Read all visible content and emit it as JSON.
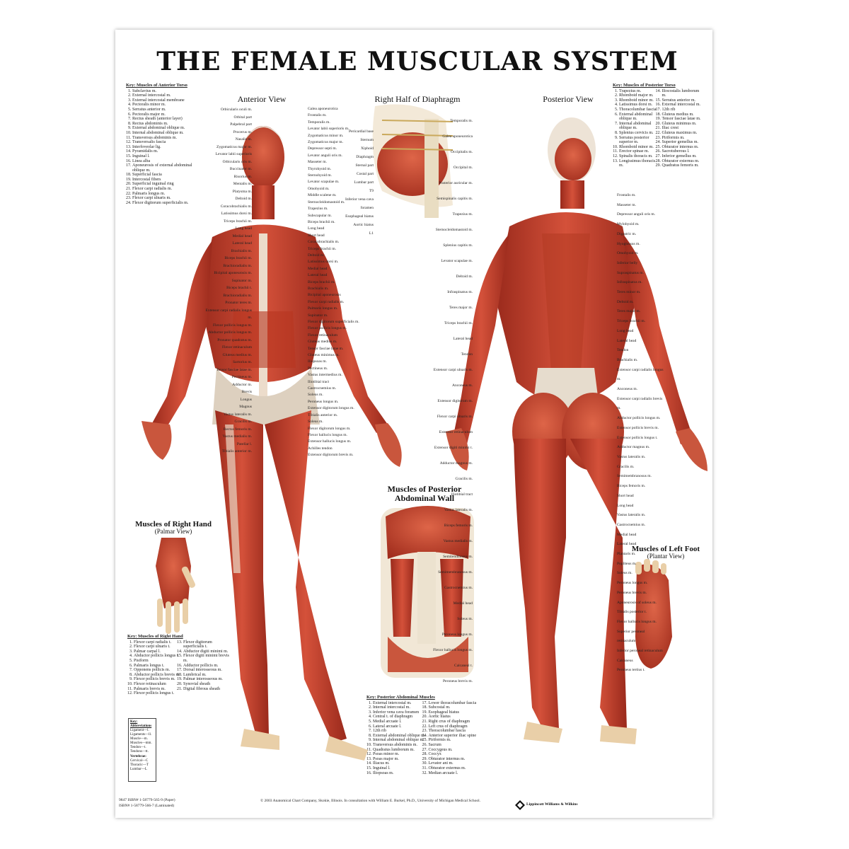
{
  "title": "THE FEMALE MUSCULAR SYSTEM",
  "labels": {
    "anterior": "Anterior View",
    "diaphragm": "Right Half of Diaphragm",
    "posterior": "Posterior View",
    "abdominal_l1": "Muscles of Posterior",
    "abdominal_l2": "Abdominal Wall",
    "hand": "Muscles of Right Hand",
    "hand_sub": "(Palmar View)",
    "foot": "Muscles of Left Foot",
    "foot_sub": "(Plantar View)"
  },
  "keys": {
    "anterior_torso": {
      "title": "Key: Muscles of Anterior Torso",
      "items": [
        "Subclavius m.",
        "External intercostal m.",
        "External intercostal membrane",
        "Pectoralis minor m.",
        "Serratus anterior m.",
        "Pectoralis major m.",
        "Rectus sheath (anterior layer)",
        "Rectus abdominis m.",
        "External abdominal oblique m.",
        "Internal abdominal oblique m.",
        "Transversus abdominis m.",
        "Transversalis fascia",
        "Interfoveolar lig.",
        "Pyramidalis m.",
        "Inguinal l.",
        "Linea alba",
        "Aponeurosis of external abdominal oblique m.",
        "Superficial fascia",
        "Intercostal fibers",
        "Superficial inguinal ring",
        "Flexor carpi radialis m.",
        "Palmaris longus m.",
        "Flexor carpi ulnaris m.",
        "Flexor digitorum superficialis m."
      ]
    },
    "posterior_torso": {
      "title": "Key: Muscles of Posterior Torso",
      "items": [
        "Trapezius m.",
        "Rhomboid major m.",
        "Rhomboid minor m.",
        "Latissimus dorsi m.",
        "Thoracolumbar fascia",
        "External abdominal oblique m.",
        "Internal abdominal oblique m.",
        "Splenius cervicis m.",
        "Serratus posterior superior m.",
        "Rhomboid minor m.",
        "Erector spinae m.",
        "Spinalis thoracis m.",
        "Longissimus thoracis m.",
        "Iliocostalis lumborum m.",
        "Serratus anterior m.",
        "External intercostal m.",
        "12th rib",
        "Gluteus medius m.",
        "Tensor fasciae latae m.",
        "Gluteus minimus m.",
        "Iliac crest",
        "Gluteus maximus m.",
        "Piriformis m.",
        "Superior gemellus m.",
        "Obturator internus m.",
        "Sacrotuberous l.",
        "Inferior gemellus m.",
        "Obturator externus m.",
        "Quadratus femoris m."
      ]
    },
    "right_hand": {
      "title": "Key: Muscles of Right Hand",
      "items": [
        "Flexor carpi radialis t.",
        "Flexor carpi ulnaris t.",
        "Palmar carpal l.",
        "Abductor pollicis longus t.",
        "Pisiform",
        "Palmaris longus t.",
        "Opponens pollicis m.",
        "Abductor pollicis brevis m.",
        "Flexor pollicis brevis m.",
        "Flexor retinaculum",
        "Palmaris brevis m.",
        "Flexor pollicis longus t.",
        "Flexor digitorum superficialis t.",
        "Abductor digiti minimi m.",
        "Flexor digiti minimi brevis m.",
        "Adductor pollicis m.",
        "Dorsal interosseous m.",
        "Lumbrical m.",
        "Palmar interosseous m.",
        "Synovial sheath",
        "Digital fibrous sheath"
      ]
    },
    "abdominal": {
      "title": "Key: Posterior Abdominal Muscles",
      "items": [
        "External intercostal m.",
        "Internal intercostal m.",
        "Inferior vena cava foramen",
        "Central t. of diaphragm",
        "Medial arcuate l.",
        "Lateral arcuate l.",
        "12th rib",
        "External abdominal oblique m.",
        "Internal abdominal oblique m.",
        "Transversus abdominis m.",
        "Quadratus lumborum m.",
        "Psoas minor m.",
        "Psoas major m.",
        "Iliacus m.",
        "Inguinal l.",
        "Iliopsoas m.",
        "Lower thoracolumbar fascia",
        "Subcostal m.",
        "Esophageal hiatus",
        "Aortic hiatus",
        "Right crus of diaphragm",
        "Left crus of diaphragm",
        "Thoracolumbar fascia",
        "Anterior superior iliac spine",
        "Piriformis m.",
        "Sacrum",
        "Coccygeus m.",
        "Coccyx",
        "Obturator internus m.",
        "Levator ani m.",
        "Obturator externus m.",
        "Median arcuate l."
      ]
    }
  },
  "abbreviations": {
    "title": "Key: Abbreviations",
    "items": [
      "Ligament—l.",
      "Ligaments—ll.",
      "Muscle—m.",
      "Muscles—mm.",
      "Tendon—t.",
      "Tendons—tt."
    ],
    "vert_title": "Vertebrae:",
    "vert": [
      "Cervical—C",
      "Thoracic—T",
      "Lumbar—L"
    ]
  },
  "callouts": {
    "anterior_left": [
      "Orbicularis oculi m.",
      "Orbital part",
      "Palpebral part",
      "Procerus m.",
      "Nasalis m.",
      "Zygomaticus major m.",
      "Levator labii superioris",
      "Orbicularis oris m.",
      "Buccinator m.",
      "Risorius m.",
      "Mentalis m.",
      "Platysma m.",
      "Deltoid m.",
      "Coracobrachialis m.",
      "Latissimus dorsi m.",
      "Triceps brachii m.",
      "Long head",
      "Medial head",
      "Lateral head",
      "Brachialis m.",
      "Biceps brachii m.",
      "Brachioradialis m.",
      "Bicipital aponeurosis m.",
      "Supinator m.",
      "Biceps brachii t.",
      "Brachioradialis m.",
      "Pronator teres m.",
      "Extensor carpi radialis longus m.",
      "Flexor pollicis longus m.",
      "Abductor pollicis longus m.",
      "Pronator quadratus m.",
      "Flexor retinaculum",
      "Gluteus medius m.",
      "Sartorius m.",
      "Tensor fasciae latae m.",
      "Pectineus m.",
      "Adductor m.",
      "Brevis",
      "Longus",
      "Magnus",
      "Vastus lateralis m.",
      "Gracilis m.",
      "Rectus femoris m.",
      "Vastus medialis m.",
      "Patellar l.",
      "Tibialis anterior m."
    ],
    "anterior_right": [
      "Galea aponeurotica",
      "Frontalis m.",
      "Temporalis m.",
      "Levator labii superioris m.",
      "Zygomaticus minor m.",
      "Zygomaticus major m.",
      "Depressor septi m.",
      "Levator anguli oris m.",
      "Masseter m.",
      "Thyrohyoid m.",
      "Sternohyoid m.",
      "Levator scapulae m.",
      "Omohyoid m.",
      "Middle scalene m.",
      "Sternocleidomastoid m.",
      "Trapezius m.",
      "Subscapular m.",
      "Biceps brachii m.",
      "Long head",
      "Short head",
      "Coracobrachialis m.",
      "Triceps brachii m.",
      "Deltoid m.",
      "Latissimus dorsi m.",
      "Medial head",
      "Lateral head",
      "Biceps brachii m.",
      "Brachialis m.",
      "Bicipital aponeurosis",
      "Flexor carpi radialis m.",
      "Palmaris longus m.",
      "Supinator m.",
      "Flexor digitorum superficialis m.",
      "Flexor pollicis longus m.",
      "Flexor retinaculum",
      "Gluteus medius m.",
      "Tensor fasciae latae m.",
      "Gluteus minimus m.",
      "Iliopsoas m.",
      "Pectineus m.",
      "Vastus intermedius m.",
      "Iliotibial tract",
      "Gastrocnemius m.",
      "Soleus m.",
      "Peroneus longus m.",
      "Extensor digitorum longus m.",
      "Tibialis anterior m.",
      "Soleus m.",
      "Flexor digitorum longus m.",
      "Flexor hallucis longus m.",
      "Extensor hallucis longus m.",
      "Achilles tendon",
      "Extensor digitorum brevis m."
    ],
    "diaphragm": [
      "Pericardial base",
      "Sternum",
      "Xiphoid",
      "Diaphragm",
      "Sternal part",
      "Costal part",
      "Lumbar part",
      "T9",
      "Inferior vena cava foramen",
      "Esophageal hiatus",
      "Aortic hiatus",
      "L1"
    ],
    "posterior_left": [
      "Temporalis m.",
      "Galea aponeurotica",
      "Occipitalis m.",
      "Occipital m.",
      "Posterior auricular m.",
      "Semispinalis capitis m.",
      "Trapezius m.",
      "Sternocleidomastoid m.",
      "Splenius capitis m.",
      "Levator scapulae m.",
      "Deltoid m.",
      "Infraspinatus m.",
      "Teres major m.",
      "Triceps brachii m.",
      "Lateral head",
      "Tendon",
      "Extensor carpi ulnaris m.",
      "Anconeus m.",
      "Extensor digitorum m.",
      "Flexor carpi ulnaris m.",
      "Extensor retinaculum",
      "Extensor digiti minimi t.",
      "Adductor magnus m.",
      "Gracilis m.",
      "Iliotibial tract",
      "Vastus lateralis m.",
      "Biceps femoris m.",
      "Vastus medialis m.",
      "Semitendinosus m.",
      "Semimembranosus m.",
      "Gastrocnemius m.",
      "Medial head",
      "Soleus m.",
      "Peroneus longus m.",
      "Flexor hallucis longus m.",
      "Calcaneal t.",
      "Peroneus brevis m."
    ],
    "posterior_right": [
      "Frontalis m.",
      "Masseter m.",
      "Depressor anguli oris m.",
      "Mylohyoid m.",
      "Digastric m.",
      "Hyoglossus m.",
      "Omohyoid m.",
      "Inferior belly",
      "Supraspinatus m.",
      "Infraspinatus m.",
      "Teres minor m.",
      "Deltoid m.",
      "Teres major m.",
      "Triceps brachii m.",
      "Long head",
      "Lateral head",
      "Tendon",
      "Brachialis m.",
      "Extensor carpi radialis longus m.",
      "Anconeus m.",
      "Extensor carpi radialis brevis m.",
      "Abductor pollicis longus m.",
      "Extensor pollicis brevis m.",
      "Extensor pollicis longus t.",
      "Adductor magnus m.",
      "Vastus lateralis m.",
      "Gracilis m.",
      "Semimembranosus m.",
      "Biceps femoris m.",
      "Short head",
      "Long head",
      "Vastus lateralis m.",
      "Gastrocnemius m.",
      "Medial head",
      "Lateral head",
      "Plantaris m.",
      "Popliteus m.",
      "Soleus m.",
      "Peroneus longus m.",
      "Peroneus brevis m.",
      "Aponeurosis of soleus m.",
      "Tibialis posterior t.",
      "Flexor hallucis longus m.",
      "Superior peroneal retinaculum",
      "Inferior peroneal retinaculum",
      "Calcaneus",
      "Peroneus tertius t."
    ]
  },
  "footer": {
    "copyright": "© 2003 Anatomical Chart Company, Skokie, Illinois. In consultation with William E. Burkel, Ph.D., University of Michigan Medical School.",
    "publisher": "Lippincott Williams & Wilkins",
    "isbn1": "9847   ISBN# 1-58779-565-9 (Paper)",
    "isbn2": "ISBN# 1-58779-566-7 (Laminated)"
  },
  "colors": {
    "muscle": "#c8412e",
    "muscle_dark": "#8e2418",
    "tendon": "#e7dccd",
    "skin": "#f3c9a8"
  }
}
